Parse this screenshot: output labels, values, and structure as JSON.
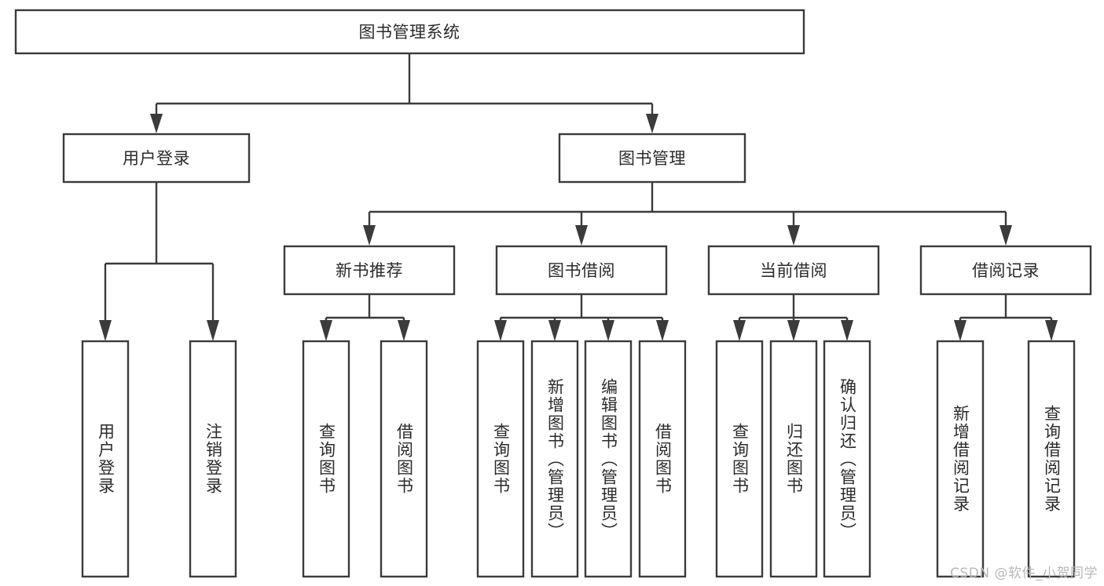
{
  "diagram": {
    "type": "tree",
    "title": "图书管理系统",
    "colors": {
      "stroke": "#3b3b3b",
      "box_fill": "#ffffff",
      "text": "#2b2b2b",
      "background": "#ffffff",
      "watermark": "#b8b8b8"
    },
    "root": {
      "label": "图书管理系统"
    },
    "level2": [
      {
        "label": "用户登录"
      },
      {
        "label": "图书管理"
      }
    ],
    "level3": [
      {
        "label": "新书推荐"
      },
      {
        "label": "图书借阅"
      },
      {
        "label": "当前借阅"
      },
      {
        "label": "借阅记录"
      }
    ],
    "leaves": {
      "user_login": [
        {
          "label": "用户登录"
        },
        {
          "label": "注销登录"
        }
      ],
      "new_book": [
        {
          "label": "查询图书"
        },
        {
          "label": "借阅图书"
        }
      ],
      "book_borrow": [
        {
          "label": "查询图书"
        },
        {
          "label": "新增图书（管理员）"
        },
        {
          "label": "编辑图书（管理员）"
        },
        {
          "label": "借阅图书"
        }
      ],
      "current_borrow": [
        {
          "label": "查询图书"
        },
        {
          "label": "归还图书"
        },
        {
          "label": "确认归还（管理员）"
        }
      ],
      "borrow_record": [
        {
          "label": "新增借阅记录"
        },
        {
          "label": "查询借阅记录"
        }
      ]
    }
  },
  "watermark": {
    "text": "CSDN @软件_小贺同学"
  }
}
